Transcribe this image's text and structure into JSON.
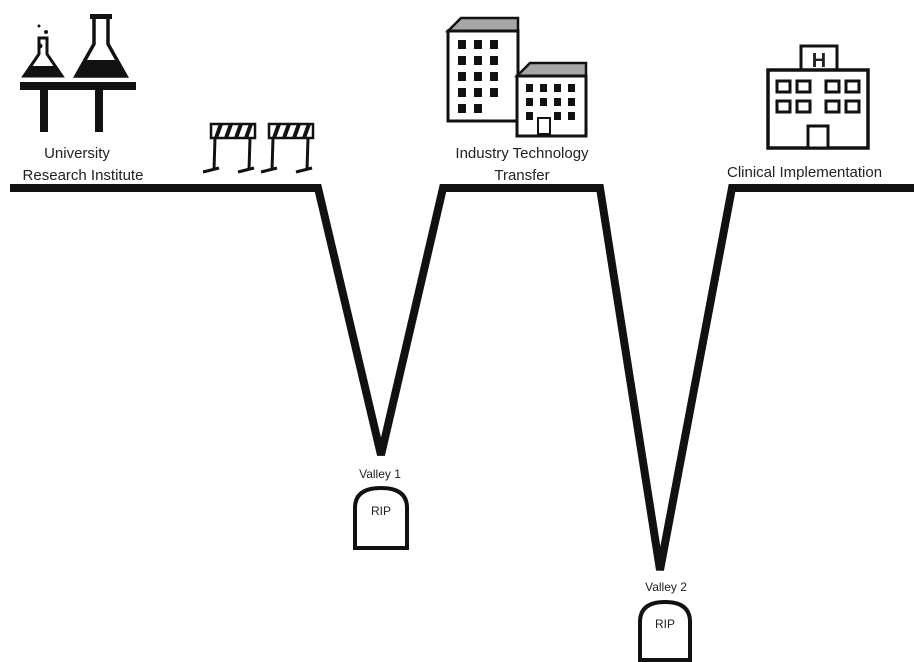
{
  "labels": {
    "university_line1": "University",
    "university_line2": "Research Institute",
    "industry_line1": "Industry Technology",
    "industry_line2": "Transfer",
    "clinical": "Clinical Implementation",
    "valley1": "Valley 1",
    "valley2": "Valley 2",
    "tombstone1": "RIP",
    "tombstone2": "RIP",
    "hospital_sign": "H"
  },
  "icons": {
    "university": "lab-bench-flasks-icon",
    "hurdles": "hurdle-barrier-icon",
    "industry": "office-buildings-icon",
    "clinical": "hospital-icon",
    "tombstone": "tombstone-icon"
  },
  "colors": {
    "line": "#111111",
    "building_roof": "#a6a6a6",
    "text": "#222222"
  }
}
